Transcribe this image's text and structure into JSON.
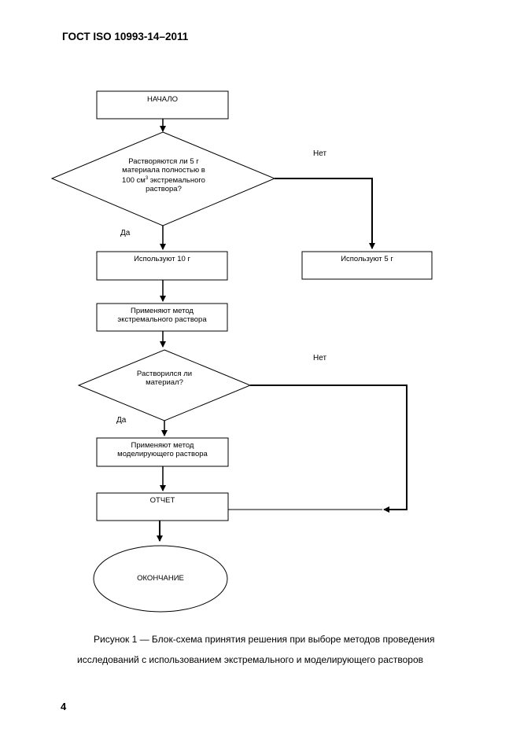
{
  "header": {
    "title": "ГОСТ ISO 10993-14–2011"
  },
  "flowchart": {
    "start": "НАЧАЛО",
    "decision1": {
      "line1": "Растворяются ли 5 г",
      "line2": "материала полностью в",
      "line3_pre": "100 см",
      "line3_sup": "3",
      "line3_post": " экстремального",
      "line4": "раствора?"
    },
    "no1": "Нет",
    "yes1": "Да",
    "use10": "Используют 10 г",
    "use5": "Используют 5 г",
    "apply_extreme_line1": "Применяют метод",
    "apply_extreme_line2": "экстремального раствора",
    "decision2_line1": "Растворился ли",
    "decision2_line2": "материал?",
    "no2": "Нет",
    "yes2": "Да",
    "apply_model_line1": "Применяют метод",
    "apply_model_line2": "моделирующего раствора",
    "report": "ОТЧЕТ",
    "end": "ОКОНЧАНИЕ"
  },
  "caption": {
    "line1": "Рисунок 1 — Блок-схема принятия решения при выборе методов проведения",
    "line2": "исследований с использованием экстремального и моделирующего растворов"
  },
  "page_number": "4"
}
